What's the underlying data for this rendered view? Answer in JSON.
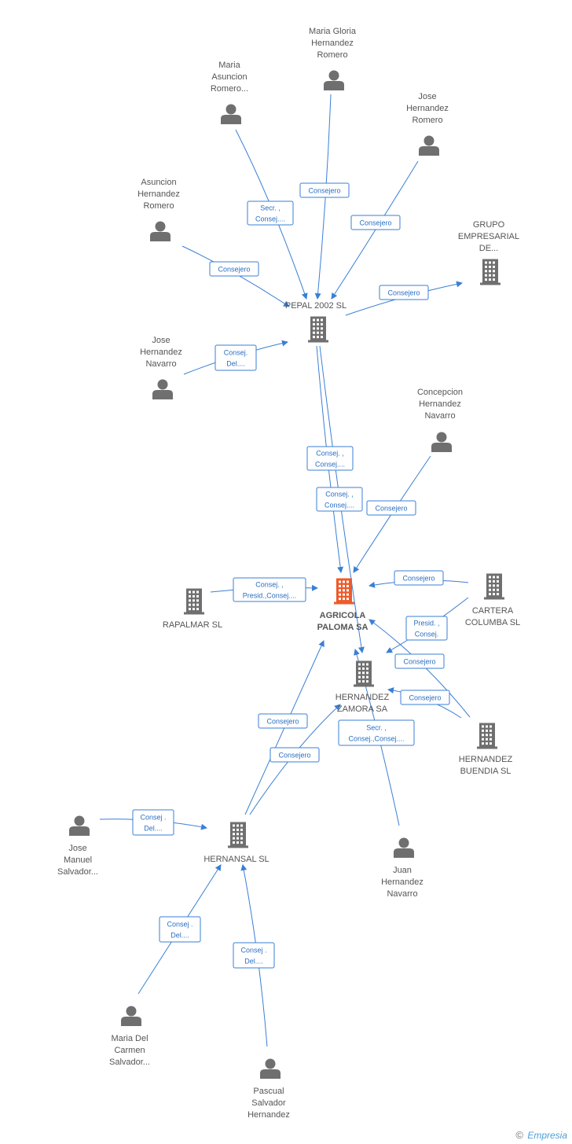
{
  "colors": {
    "edge": "#3a7fd5",
    "person": "#6f6f6f",
    "company": "#6f6f6f",
    "main_company": "#ef5a2a"
  },
  "nodes": [
    {
      "id": "maria-gloria",
      "kind": "person",
      "label": [
        "Maria Gloria",
        "Hernandez",
        "Romero"
      ]
    },
    {
      "id": "maria-asuncion",
      "kind": "person",
      "label": [
        "Maria",
        "Asuncion",
        "Romero..."
      ]
    },
    {
      "id": "jose-hr",
      "kind": "person",
      "label": [
        "Jose",
        "Hernandez",
        "Romero"
      ]
    },
    {
      "id": "asuncion-hr",
      "kind": "person",
      "label": [
        "Asuncion",
        "Hernandez",
        "Romero"
      ]
    },
    {
      "id": "grupo",
      "kind": "company",
      "label": [
        "GRUPO",
        "EMPRESARIAL",
        "DE..."
      ]
    },
    {
      "id": "pepal",
      "kind": "company",
      "label": [
        "PEPAL 2002 SL"
      ]
    },
    {
      "id": "jose-hn",
      "kind": "person",
      "label": [
        "Jose",
        "Hernandez",
        "Navarro"
      ]
    },
    {
      "id": "concepcion",
      "kind": "person",
      "label": [
        "Concepcion",
        "Hernandez",
        "Navarro"
      ]
    },
    {
      "id": "agricola",
      "kind": "main",
      "label": [
        "AGRICOLA",
        "PALOMA SA"
      ]
    },
    {
      "id": "rapalmar",
      "kind": "company",
      "label": [
        "RAPALMAR  SL"
      ]
    },
    {
      "id": "cartera",
      "kind": "company",
      "label": [
        "CARTERA",
        "COLUMBA SL"
      ]
    },
    {
      "id": "hz",
      "kind": "company",
      "label": [
        "HERNANDEZ",
        "ZAMORA SA"
      ]
    },
    {
      "id": "hb",
      "kind": "company",
      "label": [
        "HERNANDEZ",
        "BUENDIA SL"
      ]
    },
    {
      "id": "hernansal",
      "kind": "company",
      "label": [
        "HERNANSAL SL"
      ]
    },
    {
      "id": "jose-ms",
      "kind": "person",
      "label": [
        "Jose",
        "Manuel",
        "Salvador..."
      ]
    },
    {
      "id": "juan",
      "kind": "person",
      "label": [
        "Juan",
        "Hernandez",
        "Navarro"
      ]
    },
    {
      "id": "maria-del",
      "kind": "person",
      "label": [
        "Maria Del",
        "Carmen",
        "Salvador..."
      ]
    },
    {
      "id": "pascual",
      "kind": "person",
      "label": [
        "Pascual",
        "Salvador",
        "Hernandez"
      ]
    }
  ],
  "edges": [
    {
      "id": "e-mg",
      "label": [
        "Consejero"
      ]
    },
    {
      "id": "e-ma",
      "label": [
        "Secr. ,",
        "Consej...."
      ]
    },
    {
      "id": "e-jhr",
      "label": [
        "Consejero"
      ]
    },
    {
      "id": "e-ahr",
      "label": [
        "Consejero"
      ]
    },
    {
      "id": "e-grupo",
      "label": [
        "Consejero"
      ]
    },
    {
      "id": "e-jhn",
      "label": [
        "Consej.",
        "Del...."
      ]
    },
    {
      "id": "e-pa1",
      "label": [
        "Consej. ,",
        "Consej...."
      ]
    },
    {
      "id": "e-pa2",
      "label": [
        "Consej. ,",
        "Consej...."
      ]
    },
    {
      "id": "e-conc",
      "label": [
        "Consejero"
      ]
    },
    {
      "id": "e-rap",
      "label": [
        "Consej. ,",
        "Presid.,Consej...."
      ]
    },
    {
      "id": "e-cart",
      "label": [
        "Consejero"
      ]
    },
    {
      "id": "e-hb-ag",
      "label": [
        "Presid. ,",
        "Consej."
      ]
    },
    {
      "id": "e-cart-hz",
      "label": [
        "Consejero"
      ]
    },
    {
      "id": "e-hb-hz",
      "label": [
        "Consejero"
      ]
    },
    {
      "id": "e-juan",
      "label": [
        "Secr. ,",
        "Consej.,Consej...."
      ]
    },
    {
      "id": "e-hs-ag",
      "label": [
        "Consejero"
      ]
    },
    {
      "id": "e-hs-hz",
      "label": [
        "Consejero"
      ]
    },
    {
      "id": "e-jms",
      "label": [
        "Consej .",
        "Del...."
      ]
    },
    {
      "id": "e-md",
      "label": [
        "Consej .",
        "Del...."
      ]
    },
    {
      "id": "e-pas",
      "label": [
        "Consej .",
        "Del...."
      ]
    }
  ],
  "footer": {
    "copyright": "©",
    "brand": "Empresia"
  }
}
